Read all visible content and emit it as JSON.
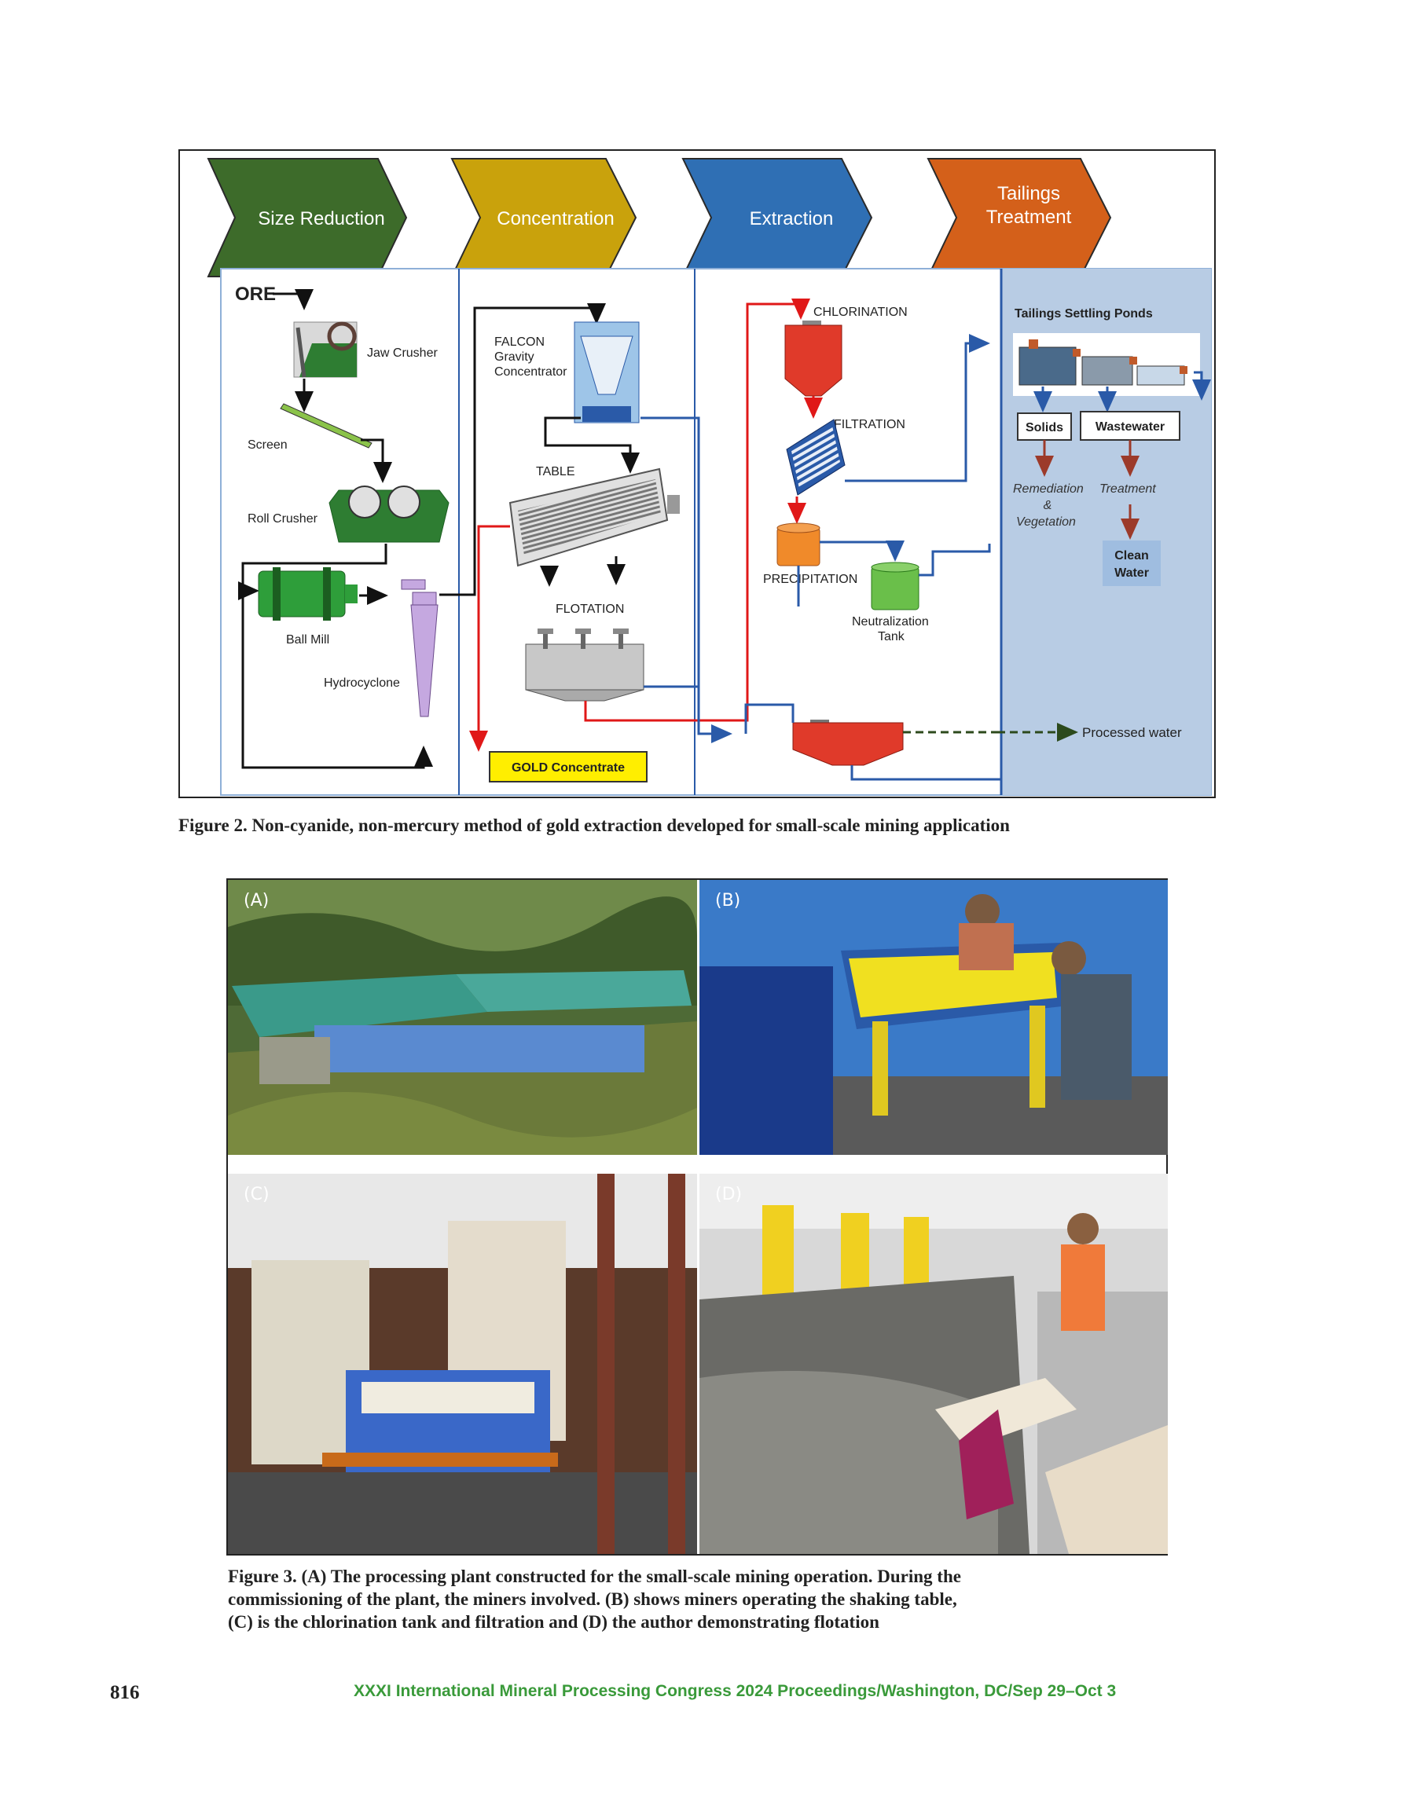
{
  "figure2": {
    "stages": [
      {
        "label": "Size Reduction",
        "color": "#3d6b2a"
      },
      {
        "label": "Concentration",
        "color": "#c9a20c"
      },
      {
        "label": "Extraction",
        "color": "#2f6fb4"
      },
      {
        "label_line1": "Tailings",
        "label_line2": "Treatment",
        "color": "#d4601a"
      }
    ],
    "labels": {
      "ore": "ORE",
      "jaw_crusher": "Jaw Crusher",
      "screen": "Screen",
      "roll_crusher": "Roll Crusher",
      "ball_mill": "Ball Mill",
      "hydrocyclone": "Hydrocyclone",
      "falcon_1": "FALCON",
      "falcon_2": "Gravity",
      "falcon_3": "Concentrator",
      "table": "TABLE",
      "flotation": "FLOTATION",
      "gold_concentrate": "GOLD Concentrate",
      "chlorination": "CHLORINATION",
      "filtration": "FILTRATION",
      "precipitation": "PRECIPITATION",
      "neutralization_1": "Neutralization",
      "neutralization_2": "Tank",
      "processed_water": "Processed water",
      "tailings_ponds": "Tailings  Settling Ponds",
      "solids": "Solids",
      "wastewater": "Wastewater",
      "remediation_1": "Remediation",
      "remediation_2": "&",
      "remediation_3": "Vegetation",
      "treatment": "Treatment",
      "clean_1": "Clean",
      "clean_2": "Water"
    },
    "caption": "Figure 2. Non-cyanide, non-mercury method of gold extraction developed for small-scale mining application"
  },
  "figure3": {
    "panels": [
      {
        "label": "(A)"
      },
      {
        "label": "(B)"
      },
      {
        "label": "(C)"
      },
      {
        "label": "(D)"
      }
    ],
    "caption_line1": "Figure 3. (A) The processing plant constructed for the small-scale mining operation. During the",
    "caption_line2": "commissioning of the plant, the miners involved. (B) shows miners operating the shaking table,",
    "caption_line3": "(C) is the chlorination tank and filtration and (D) the author demonstrating flotation"
  },
  "footer": {
    "page_number": "816",
    "text": "XXXI International Mineral Processing Congress 2024 Proceedings/Washington, DC/Sep 29–Oct 3"
  }
}
